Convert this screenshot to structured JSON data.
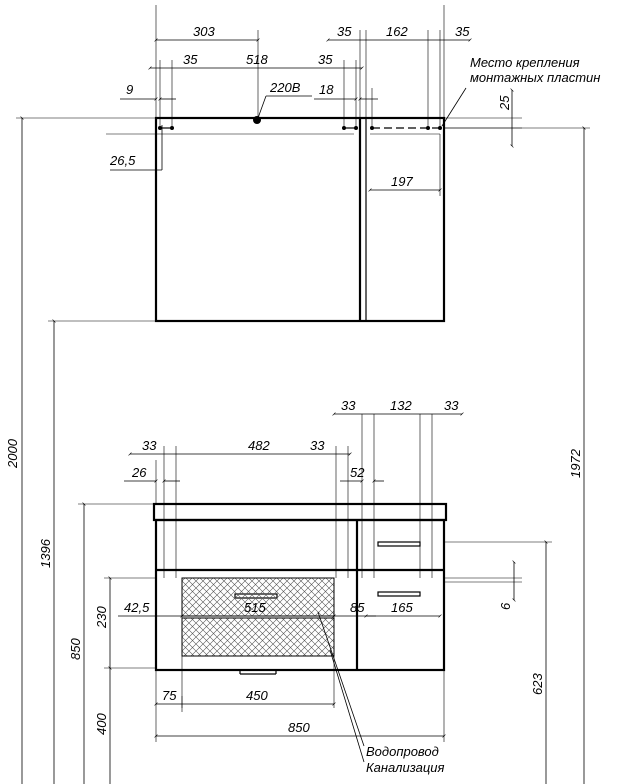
{
  "top_unit": {
    "dims": {
      "d303": "303",
      "d518": "518",
      "d35_a": "35",
      "d35_b": "35",
      "d35_c": "35",
      "d35_d": "35",
      "d162": "162",
      "d9": "9",
      "d18": "18",
      "d25": "25",
      "d26_5": "26,5",
      "d197": "197"
    },
    "power_label": "220В",
    "callout_line1": "Место крепления",
    "callout_line2": "монтажных пластин"
  },
  "vertical_dims": {
    "d2000": "2000",
    "d1396": "1396",
    "d1972": "1972",
    "d850": "850",
    "d230": "230",
    "d400": "400",
    "d623": "623",
    "d6": "6"
  },
  "bottom_unit": {
    "dims": {
      "d33_a": "33",
      "d482": "482",
      "d33_b": "33",
      "d26": "26",
      "d52": "52",
      "d33_c": "33",
      "d132": "132",
      "d33_d": "33",
      "d42_5": "42,5",
      "d515": "515",
      "d85": "85",
      "d165": "165",
      "d75": "75",
      "d450": "450",
      "d850": "850"
    },
    "pipe_label_1": "Водопровод",
    "pipe_label_2": "Канализация"
  }
}
